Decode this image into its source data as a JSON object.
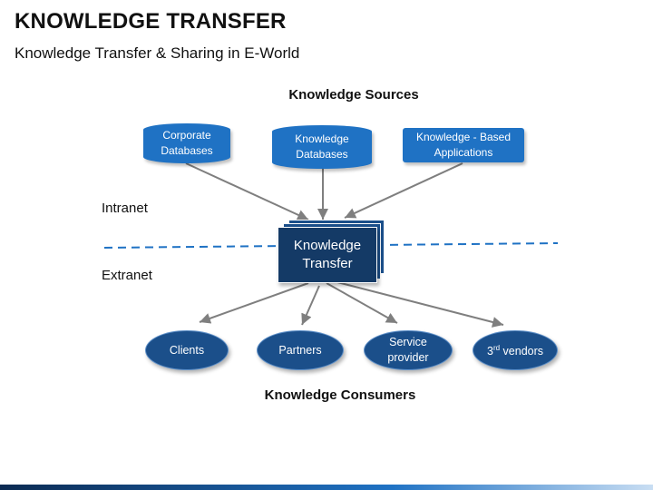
{
  "title": "KNOWLEDGE TRANSFER",
  "subtitle": "Knowledge Transfer & Sharing in E-World",
  "sources_heading": "Knowledge Sources",
  "consumers_heading": "Knowledge Consumers",
  "intranet_label": "Intranet",
  "extranet_label": "Extranet",
  "sources": [
    {
      "label": "Corporate\nDatabases"
    },
    {
      "label": "Knowledge\nDatabases"
    },
    {
      "label": "Knowledge - Based\nApplications"
    }
  ],
  "center": {
    "label": "Knowledge\nTransfer"
  },
  "consumers": [
    {
      "label": "Clients"
    },
    {
      "label": "Partners"
    },
    {
      "label": "Service\nprovider"
    },
    {
      "label_prefix": "3",
      "label_sup": "rd",
      "label_suffix": " vendors"
    }
  ],
  "colors": {
    "source_fill": "#1f72c4",
    "center_fill": "#143a66",
    "consumer_fill": "#1b4f8a",
    "divider": "#1f72c4",
    "arrow": "#7f7f7f"
  }
}
